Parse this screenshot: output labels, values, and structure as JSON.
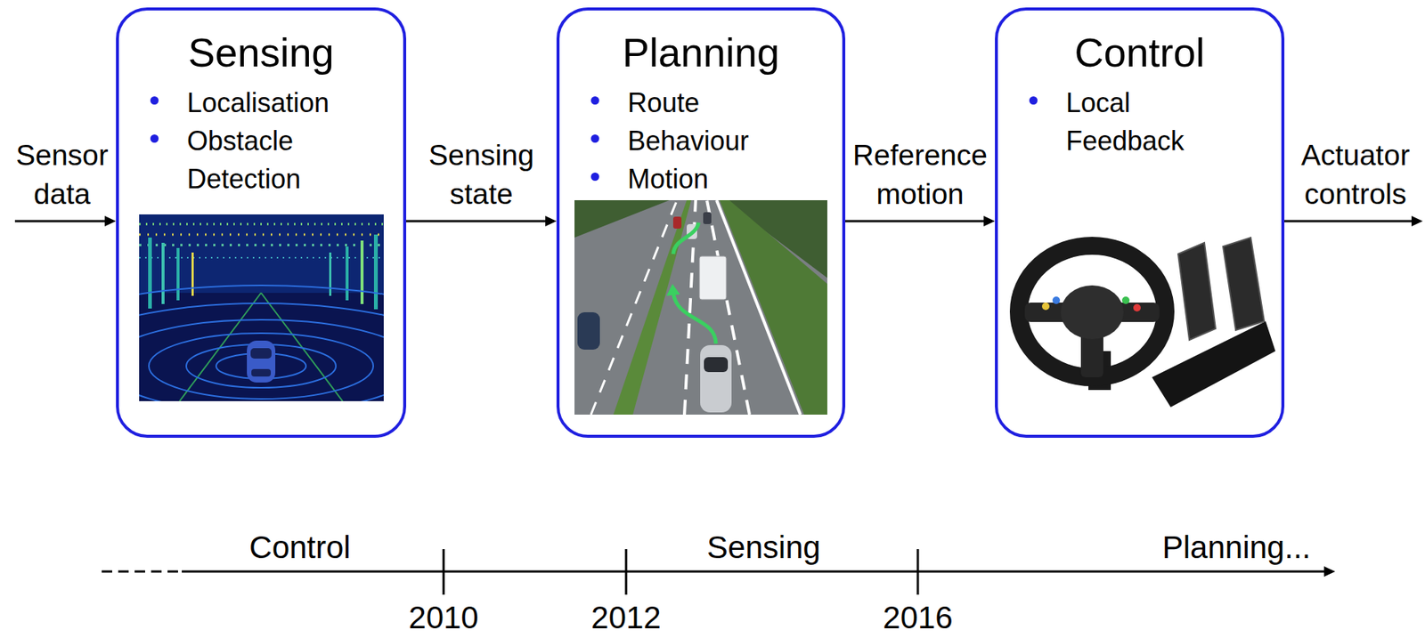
{
  "diagram": {
    "nodes": [
      {
        "text": [
          "Sensing",
          "Localisation",
          "Obstacle Detection"
        ]
      },
      {
        "text": [
          "Planning",
          "Route",
          "Behaviour",
          "Motion"
        ]
      },
      {
        "text": [
          "Control",
          "Local Feedback"
        ]
      }
    ],
    "edges": [
      {
        "from": 0,
        "to": 1,
        "arrow": "to",
        "label": "Sensing state"
      },
      {
        "from": 1,
        "to": 2,
        "arrow": "to",
        "label": "Reference motion"
      }
    ],
    "labels": [
      "Sensor data",
      "Actuator controls",
      "Control",
      "Sensing",
      "Planning...",
      "2010",
      "2012",
      "2016"
    ]
  }
}
